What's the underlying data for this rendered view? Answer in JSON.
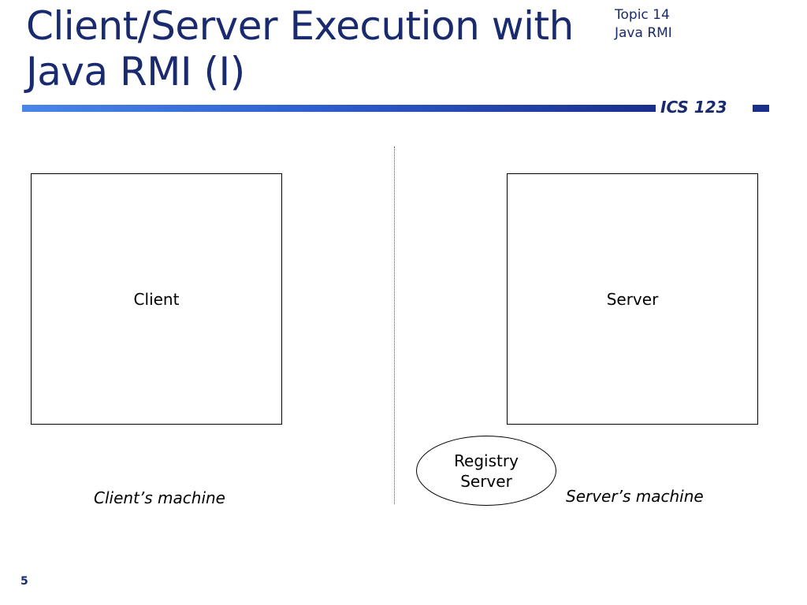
{
  "slide": {
    "title": "Client/Server Execution with Java RMI (I)",
    "topic_line1": "Topic 14",
    "topic_line2": "Java RMI",
    "course": "ICS 123",
    "page_number": "5"
  },
  "diagram": {
    "client_box_label": "Client",
    "server_box_label": "Server",
    "registry_line1": "Registry",
    "registry_line2": "Server",
    "client_machine_label": "Client’s machine",
    "server_machine_label": "Server’s machine"
  },
  "colors": {
    "title": "#1a2a6e",
    "bar_start": "#4a86e8",
    "bar_end": "#1a2f8c"
  }
}
